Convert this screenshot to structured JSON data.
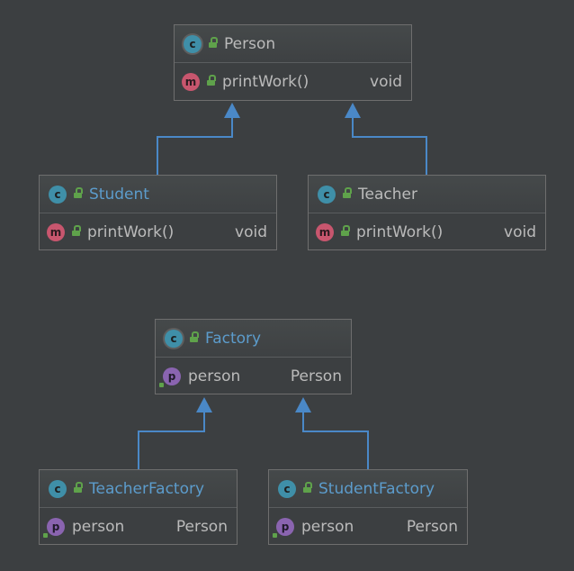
{
  "diagram": {
    "nodes": {
      "person": {
        "name": "Person",
        "kind_icon": "class-icon-abstract",
        "members": [
          {
            "kind_icon": "method-icon",
            "name": "printWork()",
            "type": "void"
          }
        ]
      },
      "student": {
        "name": "Student",
        "kind_icon": "class-icon",
        "members": [
          {
            "kind_icon": "method-icon",
            "name": "printWork()",
            "type": "void"
          }
        ]
      },
      "teacher": {
        "name": "Teacher",
        "kind_icon": "class-icon",
        "members": [
          {
            "kind_icon": "method-icon",
            "name": "printWork()",
            "type": "void"
          }
        ]
      },
      "factory": {
        "name": "Factory",
        "kind_icon": "class-icon-abstract",
        "members": [
          {
            "kind_icon": "property-icon",
            "name": "person",
            "type": "Person"
          }
        ]
      },
      "teacher_factory": {
        "name": "TeacherFactory",
        "kind_icon": "class-icon",
        "members": [
          {
            "kind_icon": "property-icon",
            "name": "person",
            "type": "Person"
          }
        ]
      },
      "student_factory": {
        "name": "StudentFactory",
        "kind_icon": "class-icon",
        "members": [
          {
            "kind_icon": "property-icon",
            "name": "person",
            "type": "Person"
          }
        ]
      }
    },
    "edges": [
      {
        "from": "student",
        "to": "person",
        "relation": "extends"
      },
      {
        "from": "teacher",
        "to": "person",
        "relation": "extends"
      },
      {
        "from": "teacher_factory",
        "to": "factory",
        "relation": "extends"
      },
      {
        "from": "student_factory",
        "to": "factory",
        "relation": "extends"
      }
    ],
    "colors": {
      "background": "#3c3f41",
      "edge": "#4a88c7",
      "class_badge": "#3f8fa8",
      "method_badge": "#c8566e",
      "property_badge": "#8a64b0",
      "public_lock": "#5fa24b",
      "highlighted_name": "#5c9ccc"
    },
    "badge_letters": {
      "class": "c",
      "method": "m",
      "property": "p"
    }
  }
}
